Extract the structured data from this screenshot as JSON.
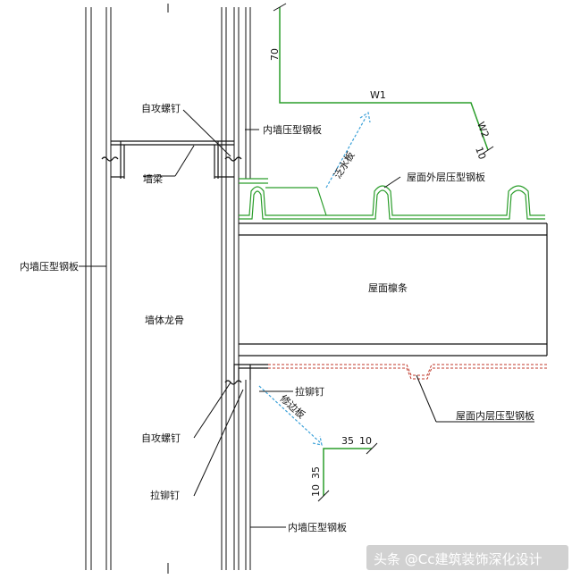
{
  "labels": {
    "self_tapping_screw_top": "自攻螺钉",
    "inner_wall_panel_top": "内墙压型钢板",
    "flashing": "泛水板",
    "roof_outer_panel": "屋面外层压型钢板",
    "wall_beam": "墙梁",
    "inner_wall_panel_left": "内墙压型钢板",
    "roof_purlin": "屋面檩条",
    "wall_stud": "墙体龙骨",
    "rivet_right": "拉铆钉",
    "edge_trim": "修边板",
    "roof_inner_panel": "屋面内层压型钢板",
    "self_tapping_screw_bottom": "自攻螺钉",
    "rivet_left": "拉铆钉",
    "inner_wall_panel_bottom": "内墙压型钢板"
  },
  "dimensions": {
    "top_vertical": "70",
    "w1": "W1",
    "w2": "W2",
    "top_ten": "10",
    "bottom_35": "35",
    "bottom_10": "10",
    "vertical_35": "35",
    "vertical_10": "10"
  },
  "watermark": "头条 @Cc建筑装饰深化设计",
  "colors": {
    "line": "#111111",
    "flashing_green": "#2a9d2a",
    "leader_blue": "#3aa0d8",
    "inner_panel_red": "#c0392b",
    "watermark": "#ffffff"
  }
}
